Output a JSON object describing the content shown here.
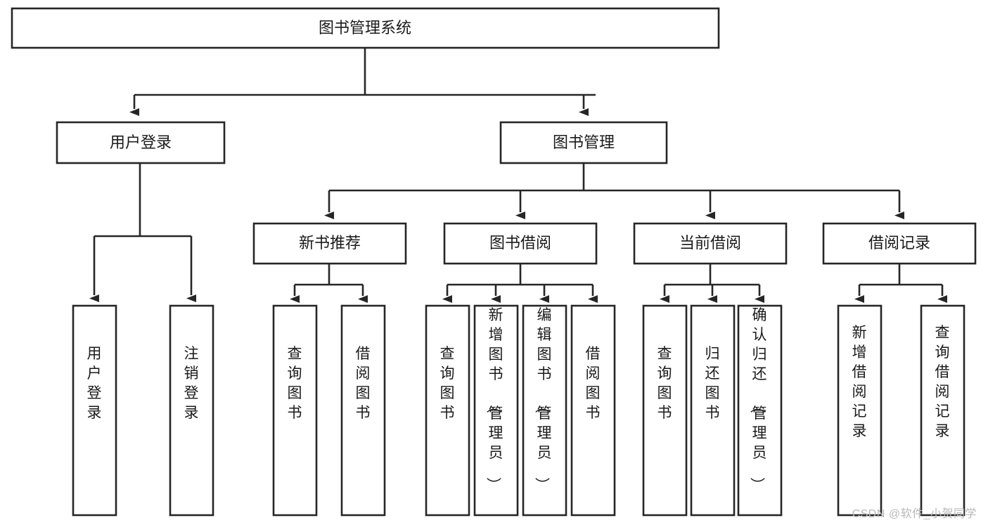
{
  "diagram": {
    "title": "图书管理系统",
    "type": "hierarchy-tree",
    "background_color": "#ffffff",
    "stroke_color": "#262626",
    "box_fill_color": "#ffffff",
    "text_color": "#1a1a1a",
    "root": {
      "label": "图书管理系统",
      "level": 1
    },
    "level2": [
      {
        "label": "用户登录"
      },
      {
        "label": "图书管理"
      }
    ],
    "level3": [
      {
        "label": "新书推荐"
      },
      {
        "label": "图书借阅"
      },
      {
        "label": "当前借阅"
      },
      {
        "label": "借阅记录"
      }
    ],
    "leaves": {
      "user_login": [
        {
          "label": "用户登录"
        },
        {
          "label": "注销登录"
        }
      ],
      "new_book_recommend": [
        {
          "label": "查询图书"
        },
        {
          "label": "借阅图书"
        }
      ],
      "book_borrow": [
        {
          "label": "查询图书"
        },
        {
          "label": "新增图书（管理员）"
        },
        {
          "label": "编辑图书（管理员）"
        },
        {
          "label": "借阅图书"
        }
      ],
      "current_borrow": [
        {
          "label": "查询图书"
        },
        {
          "label": "归还图书"
        },
        {
          "label": "确认归还（管理员）"
        }
      ],
      "borrow_record": [
        {
          "label": "新增借阅记录"
        },
        {
          "label": "查询借阅记录"
        }
      ]
    }
  },
  "watermark": {
    "text": "CSDN @软件_小贺同学"
  }
}
